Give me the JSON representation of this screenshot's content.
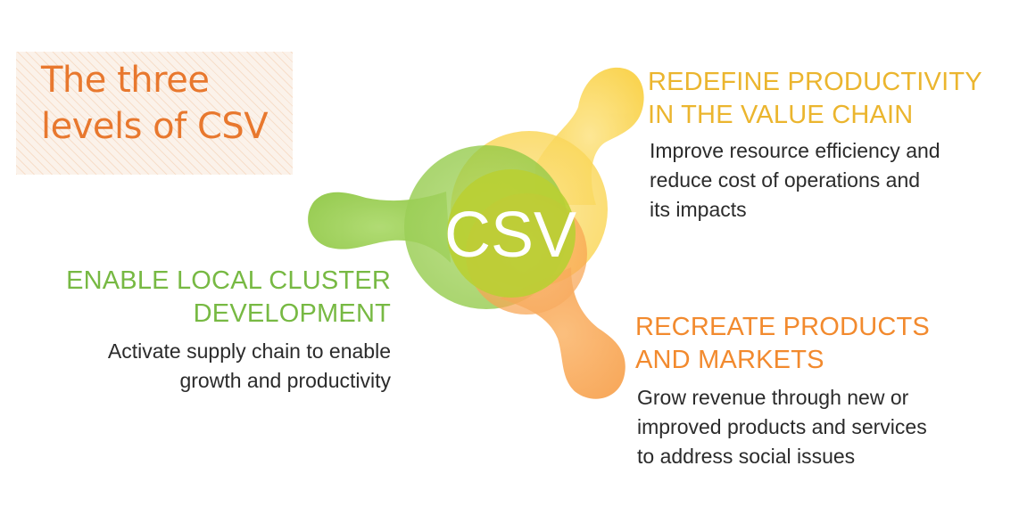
{
  "title": {
    "line1": "The three",
    "line2": "levels of CSV"
  },
  "center_label": "CSV",
  "levels": {
    "productivity": {
      "heading_line1": "REDEFINE PRODUCTIVITY",
      "heading_line2": "IN THE VALUE CHAIN",
      "desc_line1": "Improve resource efficiency and",
      "desc_line2": "reduce cost of operations and",
      "desc_line3": "its impacts",
      "color": "#ebb52e"
    },
    "cluster": {
      "heading_line1": "ENABLE LOCAL CLUSTER",
      "heading_line2": "DEVELOPMENT",
      "desc_line1": "Activate supply chain to enable",
      "desc_line2": "growth and productivity",
      "color": "#77b943"
    },
    "products": {
      "heading_line1": "RECREATE PRODUCTS",
      "heading_line2": "AND MARKETS",
      "desc_line1": "Grow revenue through new or",
      "desc_line2": "improved products and services",
      "desc_line3": "to address social issues",
      "color": "#f28a2e"
    }
  },
  "colors": {
    "title_orange": "#e8782e",
    "green": "#8cc63f",
    "yellow": "#fbd44c",
    "orange": "#f7a04b",
    "text_dark": "#2b2b2b"
  }
}
